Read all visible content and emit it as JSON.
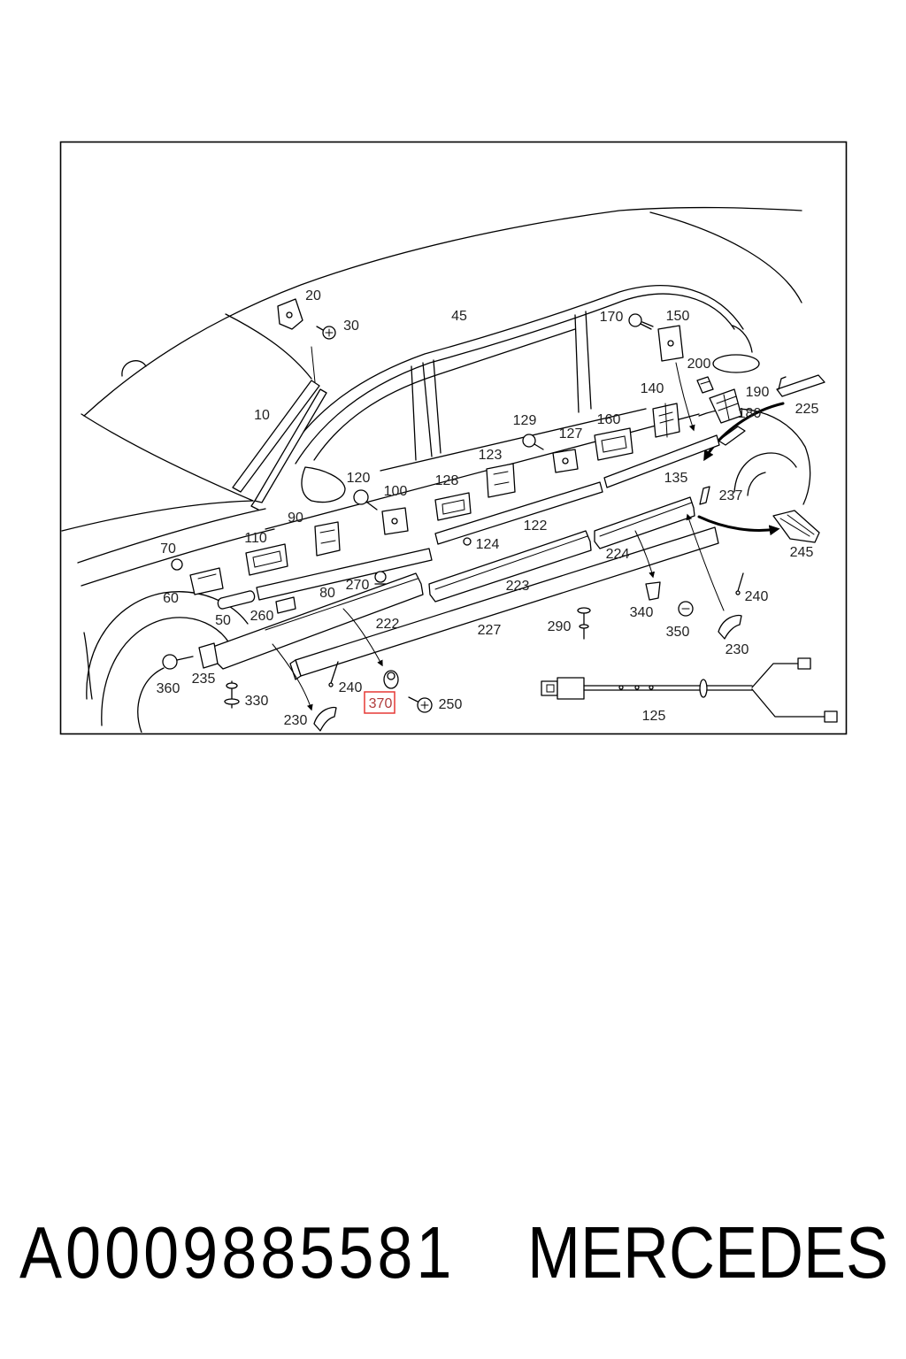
{
  "diagram": {
    "callouts": [
      "20",
      "30",
      "45",
      "170",
      "150",
      "200",
      "190",
      "180",
      "225",
      "10",
      "140",
      "129",
      "160",
      "127",
      "123",
      "120",
      "100",
      "128",
      "135",
      "237",
      "90",
      "122",
      "124",
      "110",
      "70",
      "224",
      "245",
      "270",
      "80",
      "223",
      "240",
      "60",
      "50",
      "260",
      "340",
      "290",
      "222",
      "227",
      "350",
      "230",
      "235",
      "360",
      "240",
      "370",
      "250",
      "330",
      "125",
      "230"
    ]
  },
  "footer": {
    "part_number": "A0009885581",
    "brand": "MERCEDES"
  },
  "colors": {
    "line": "#000000",
    "background": "#ffffff",
    "highlight": "#e53935"
  }
}
